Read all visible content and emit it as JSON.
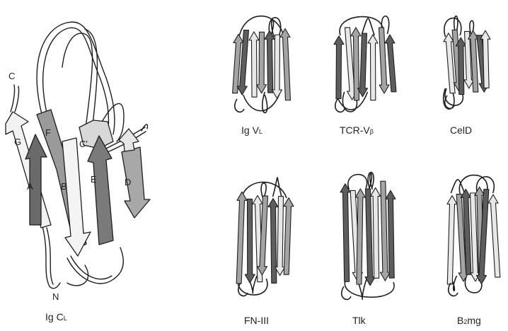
{
  "main_structure": {
    "caption": {
      "base": "Ig C",
      "subscript": "L"
    },
    "terminus_c": "C",
    "terminus_n": "N",
    "strands": {
      "a": "A",
      "b": "B",
      "c_prime": "C'",
      "d": "D",
      "e": "E",
      "f": "F",
      "g": "G"
    }
  },
  "panels": [
    {
      "id": "igvl",
      "caption": {
        "base": "Ig V",
        "subscript": "L"
      }
    },
    {
      "id": "tcrv",
      "caption": {
        "base": "TCR-V",
        "subscript": "β"
      }
    },
    {
      "id": "celd",
      "caption": {
        "base": "CelD",
        "subscript": ""
      }
    },
    {
      "id": "fn3",
      "caption": {
        "base": "FN-III",
        "subscript": ""
      }
    },
    {
      "id": "tlk",
      "caption": {
        "base": "Tlk",
        "subscript": ""
      }
    },
    {
      "id": "b2mg",
      "caption": {
        "base": "B",
        "subscript": "2",
        "suffix": "mg"
      }
    }
  ],
  "colors": {
    "ink": "#1e1e1e",
    "light": "#e8e8e8",
    "mid": "#a4a4a4",
    "dark": "#5e5e5e"
  }
}
